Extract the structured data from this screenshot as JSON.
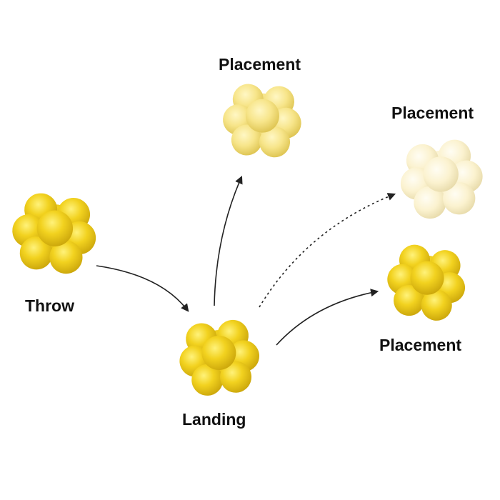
{
  "labels": {
    "throw": "Throw",
    "landing": "Landing",
    "placement_top": "Placement",
    "placement_right_top": "Placement",
    "placement_right_bottom": "Placement"
  },
  "colors": {
    "ball_bright": "#f2d21f",
    "ball_light": "#f7e58a",
    "ball_cream": "#fbf2cf",
    "arrow": "#222222",
    "text": "#111111"
  },
  "arrows": {
    "throw_to_landing": "solid",
    "landing_to_top": "solid",
    "landing_to_right_top": "dashed",
    "landing_to_right_bottom": "solid"
  }
}
